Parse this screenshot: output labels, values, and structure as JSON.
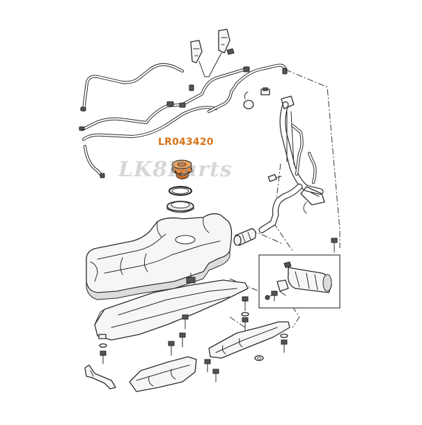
{
  "callout": {
    "part_number": "LR043420"
  },
  "watermark": {
    "text": "LK8Parts"
  },
  "colors": {
    "callout": "#d8731a",
    "highlight_part": "#e08a3c",
    "line": "#2a2a2a"
  },
  "highlighted_part": {
    "name": "fuel-tank-lock-ring",
    "icon": "lock-ring-icon"
  }
}
